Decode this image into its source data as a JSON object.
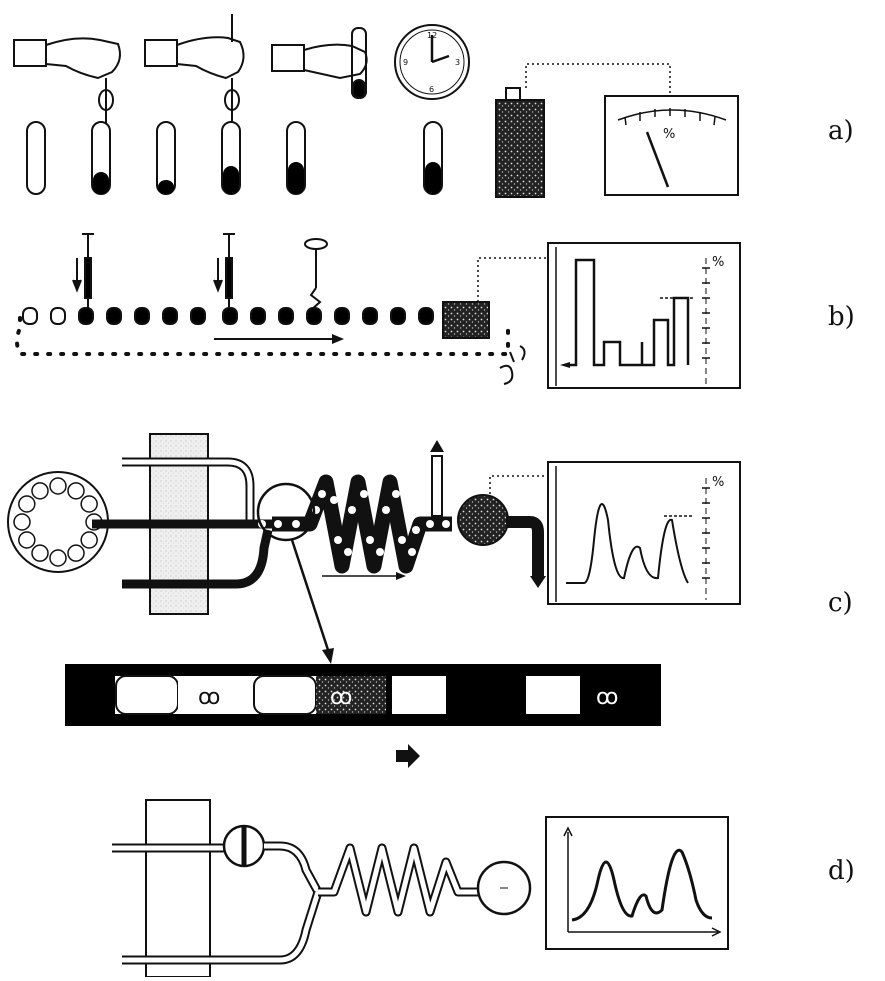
{
  "panels": [
    {
      "label": "a)"
    },
    {
      "label": "b)"
    },
    {
      "label": "c)"
    },
    {
      "label": "d)"
    }
  ],
  "meter": {
    "unit": "%"
  },
  "recorder_b": {
    "unit": "%"
  },
  "recorder_c": {
    "unit": "%"
  },
  "colors": {
    "ink": "#111111",
    "sample": "#000000",
    "paper": "#ffffff",
    "frame": "#e8e8e8"
  }
}
